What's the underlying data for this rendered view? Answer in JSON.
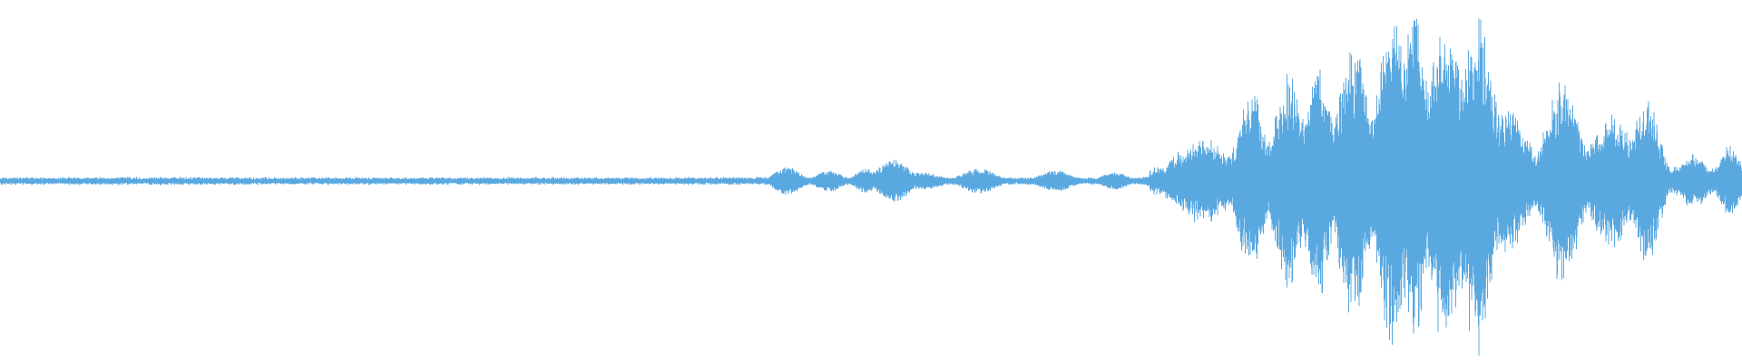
{
  "waveform": {
    "color": "#5aa8e0",
    "background": "#ffffff",
    "description_segments": [
      {
        "t_start": 0.0,
        "t_end": 0.42,
        "level": 0.02,
        "texture": "noise"
      },
      {
        "t_start": 0.42,
        "t_end": 0.66,
        "level": 0.04,
        "texture": "bursts"
      },
      {
        "t_start": 0.66,
        "t_end": 0.71,
        "level": 0.08,
        "texture": "noise"
      },
      {
        "t_start": 0.71,
        "t_end": 1.0,
        "level": 0.95,
        "texture": "speech"
      }
    ],
    "bursts": [
      {
        "center": 0.452,
        "width": 0.01,
        "peak": 0.08
      },
      {
        "center": 0.476,
        "width": 0.01,
        "peak": 0.06
      },
      {
        "center": 0.497,
        "width": 0.008,
        "peak": 0.07
      },
      {
        "center": 0.513,
        "width": 0.012,
        "peak": 0.12
      },
      {
        "center": 0.53,
        "width": 0.014,
        "peak": 0.05
      },
      {
        "center": 0.562,
        "width": 0.013,
        "peak": 0.07
      },
      {
        "center": 0.606,
        "width": 0.012,
        "peak": 0.06
      },
      {
        "center": 0.64,
        "width": 0.01,
        "peak": 0.05
      }
    ],
    "envelopes": [
      {
        "center": 0.69,
        "width": 0.022,
        "peak": 0.25
      },
      {
        "center": 0.718,
        "width": 0.01,
        "peak": 0.55
      },
      {
        "center": 0.74,
        "width": 0.012,
        "peak": 0.62
      },
      {
        "center": 0.757,
        "width": 0.01,
        "peak": 0.68
      },
      {
        "center": 0.777,
        "width": 0.012,
        "peak": 0.82
      },
      {
        "center": 0.8,
        "width": 0.013,
        "peak": 0.95
      },
      {
        "center": 0.812,
        "width": 0.01,
        "peak": 0.97
      },
      {
        "center": 0.83,
        "width": 0.014,
        "peak": 0.98
      },
      {
        "center": 0.848,
        "width": 0.013,
        "peak": 1.0
      },
      {
        "center": 0.865,
        "width": 0.016,
        "peak": 0.45
      },
      {
        "center": 0.897,
        "width": 0.013,
        "peak": 0.6
      },
      {
        "center": 0.925,
        "width": 0.015,
        "peak": 0.4
      },
      {
        "center": 0.945,
        "width": 0.01,
        "peak": 0.5
      },
      {
        "center": 0.972,
        "width": 0.011,
        "peak": 0.16
      },
      {
        "center": 0.993,
        "width": 0.008,
        "peak": 0.22
      }
    ]
  }
}
